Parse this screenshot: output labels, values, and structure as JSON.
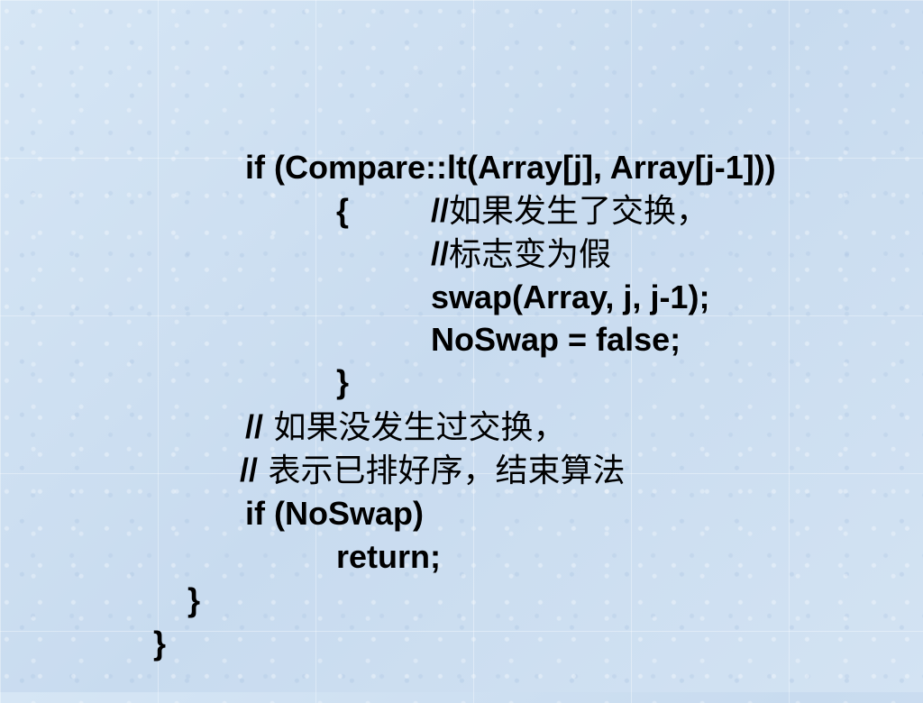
{
  "slide": {
    "lines": [
      {
        "code": "if (Compare::lt(Array[j], Array[j-1]))",
        "comment": ""
      },
      {
        "code": "{",
        "comment": ""
      },
      {
        "code": "//",
        "comment": "如果发生了交换，"
      },
      {
        "code": "//",
        "comment": "标志变为假"
      },
      {
        "code": "swap(Array, j, j-1);",
        "comment": ""
      },
      {
        "code": "NoSwap = false;",
        "comment": ""
      },
      {
        "code": "}",
        "comment": ""
      },
      {
        "code": "//",
        "comment": " 如果没发生过交换，"
      },
      {
        "code": "//",
        "comment": " 表示已排好序，结束算法"
      },
      {
        "code": "if (NoSwap)",
        "comment": ""
      },
      {
        "code": "return;",
        "comment": ""
      },
      {
        "code": "}",
        "comment": ""
      },
      {
        "code": "}",
        "comment": ""
      }
    ]
  }
}
